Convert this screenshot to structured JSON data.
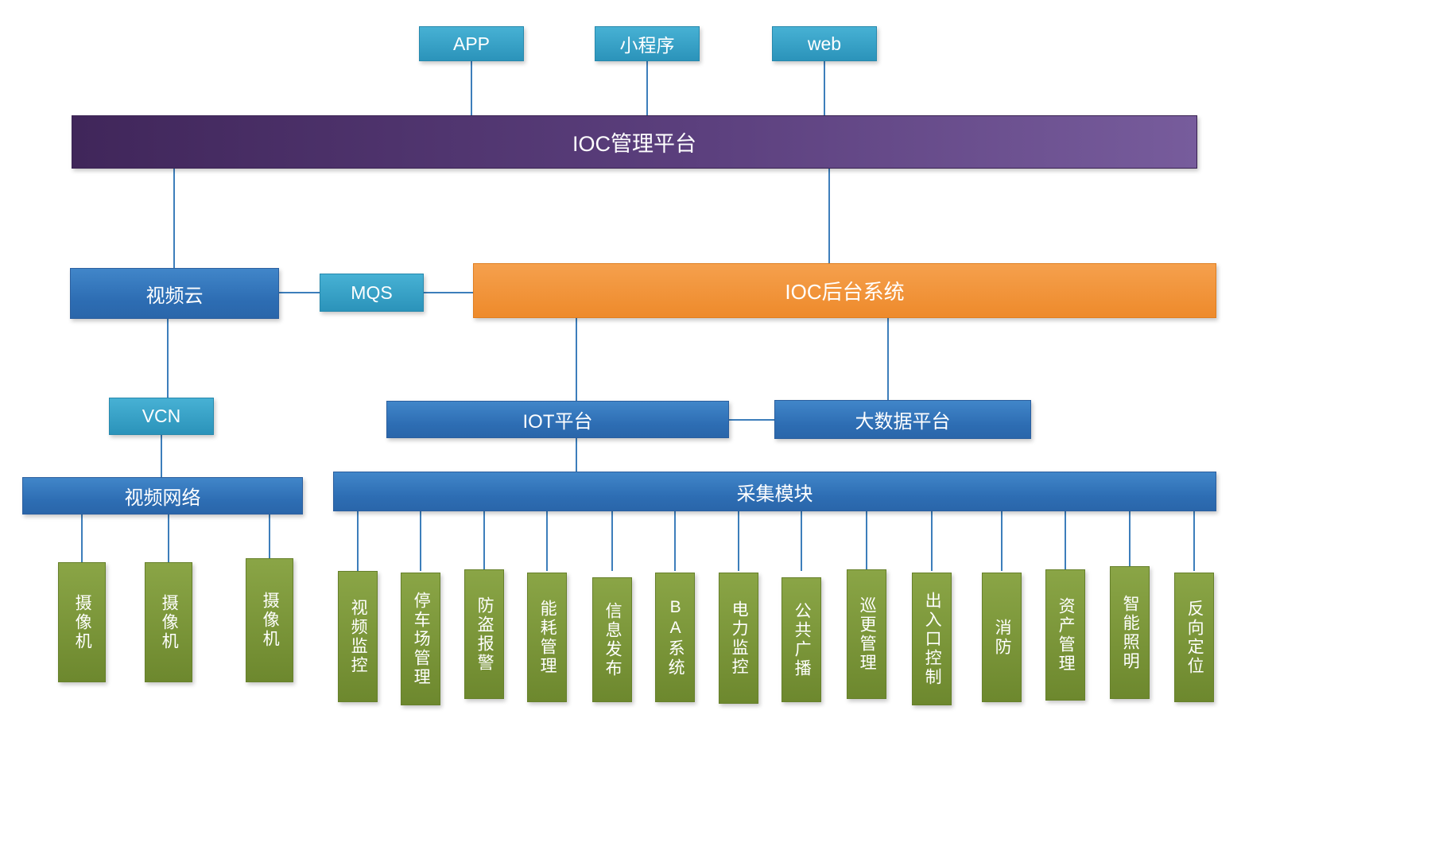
{
  "nodes": {
    "app": "APP",
    "miniprogram": "小程序",
    "web": "web",
    "ioc_platform": "IOC管理平台",
    "video_cloud": "视频云",
    "mqs": "MQS",
    "ioc_backend": "IOC后台系统",
    "vcn": "VCN",
    "iot_platform": "IOT平台",
    "bigdata_platform": "大数据平台",
    "video_network": "视频网络",
    "collection_module": "采集模块"
  },
  "cameras": [
    "摄像机",
    "摄像机",
    "摄像机"
  ],
  "modules": [
    "视频监控",
    "停车场管理",
    "防盗报警",
    "能耗管理",
    "信息发布",
    "BA系统",
    "电力监控",
    "公共广播",
    "巡更管理",
    "出入口控制",
    "消防",
    "资产管理",
    "智能照明",
    "反向定位"
  ],
  "colors": {
    "teal": "#2f9cc0",
    "purple": "#4a2f63",
    "blue": "#2e74b8",
    "orange": "#f0913a",
    "green": "#79963a",
    "line": "#3d7ebb"
  }
}
